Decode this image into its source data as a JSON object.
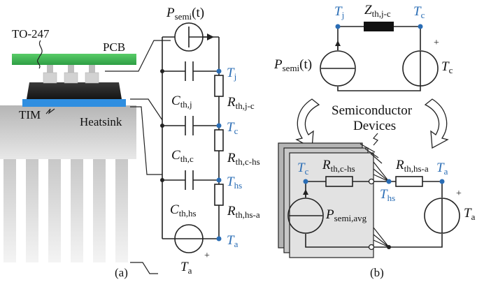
{
  "panel_a": {
    "caption": "(a)",
    "package": {
      "label": "TO-247"
    },
    "pcb": {
      "label": "PCB"
    },
    "tim": {
      "label": "TIM"
    },
    "heatsink": {
      "label": "Heatsink"
    },
    "source": {
      "sym": "P",
      "sub": "semi",
      "arg": "(t)"
    },
    "nodes": {
      "tj": {
        "sym": "T",
        "sub": "j"
      },
      "tc": {
        "sym": "T",
        "sub": "c"
      },
      "ths": {
        "sym": "T",
        "sub": "hs"
      },
      "ta": {
        "sym": "T",
        "sub": "a"
      }
    },
    "caps": {
      "cj": {
        "sym": "C",
        "sub": "th,j"
      },
      "cc": {
        "sym": "C",
        "sub": "th,c"
      },
      "chs": {
        "sym": "C",
        "sub": "th,hs"
      }
    },
    "res": {
      "rjc": {
        "sym": "R",
        "sub": "th,j-c"
      },
      "rchs": {
        "sym": "R",
        "sub": "th,c-hs"
      },
      "rhsa": {
        "sym": "R",
        "sub": "th,hs-a"
      }
    },
    "ambient": {
      "sym": "T",
      "sub": "a",
      "plus": "+"
    }
  },
  "panel_b": {
    "caption": "(b)",
    "top": {
      "z": {
        "sym": "Z",
        "sub": "th,j-c"
      },
      "tj": {
        "sym": "T",
        "sub": "j"
      },
      "tc": {
        "sym": "T",
        "sub": "c"
      },
      "source": {
        "sym": "P",
        "sub": "semi",
        "arg": "(t)"
      },
      "vsrc": {
        "sym": "T",
        "sub": "c",
        "plus": "+"
      }
    },
    "semiconductor": {
      "line1": "Semiconductor",
      "line2": "Devices"
    },
    "bottom": {
      "tc": {
        "sym": "T",
        "sub": "c"
      },
      "rchs": {
        "sym": "R",
        "sub": "th,c-hs"
      },
      "rhsa": {
        "sym": "R",
        "sub": "th,hs-a"
      },
      "ta": {
        "sym": "T",
        "sub": "a"
      },
      "ths": {
        "sym": "T",
        "sub": "hs"
      },
      "source": {
        "sym": "P",
        "sub": "semi,avg"
      },
      "vsrc": {
        "sym": "T",
        "sub": "a",
        "plus": "+"
      }
    }
  }
}
